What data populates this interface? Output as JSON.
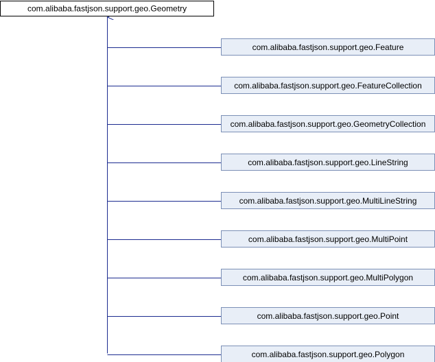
{
  "base_class": {
    "label": "com.alibaba.fastjson.support.geo.Geometry"
  },
  "derived_classes": [
    {
      "label": "com.alibaba.fastjson.support.geo.Feature"
    },
    {
      "label": "com.alibaba.fastjson.support.geo.FeatureCollection"
    },
    {
      "label": "com.alibaba.fastjson.support.geo.GeometryCollection"
    },
    {
      "label": "com.alibaba.fastjson.support.geo.LineString"
    },
    {
      "label": "com.alibaba.fastjson.support.geo.MultiLineString"
    },
    {
      "label": "com.alibaba.fastjson.support.geo.MultiPoint"
    },
    {
      "label": "com.alibaba.fastjson.support.geo.MultiPolygon"
    },
    {
      "label": "com.alibaba.fastjson.support.geo.Point"
    },
    {
      "label": "com.alibaba.fastjson.support.geo.Polygon"
    }
  ],
  "colors": {
    "base_fill": "#ffffff",
    "base_border": "#000000",
    "derived_fill": "#e8eef7",
    "derived_border": "#7b8fb6",
    "edge": "#1a2a8f"
  }
}
